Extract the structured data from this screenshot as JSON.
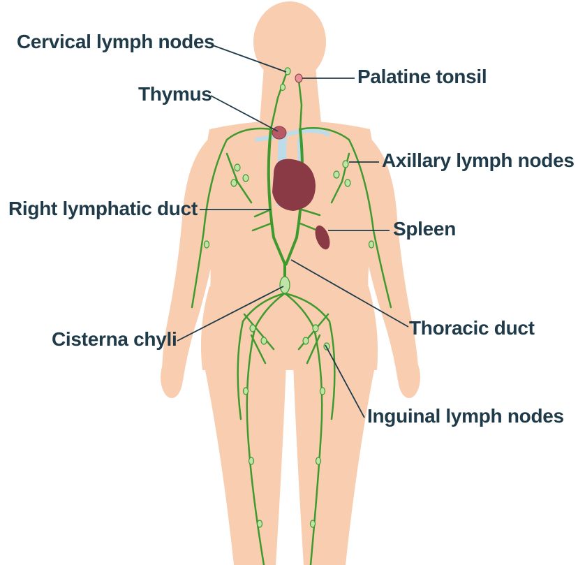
{
  "labels": {
    "cervical": "Cervical lymph nodes",
    "palatine": "Palatine tonsil",
    "thymus": "Thymus",
    "axillary": "Axillary lymph nodes",
    "right_duct": "Right lymphatic duct",
    "spleen": "Spleen",
    "cisterna": "Cisterna chyli",
    "thoracic": "Thoracic duct",
    "inguinal": "Inguinal lymph nodes"
  },
  "colors": {
    "label_text": "#1f3a48",
    "leader_line": "#1f3a48",
    "skin": "#f8cdb0",
    "lymph_vessel": "#3f9a2e",
    "lymph_node": "#bfe3a8",
    "organ": "#8a3a44",
    "vein": "#bcdcea"
  }
}
